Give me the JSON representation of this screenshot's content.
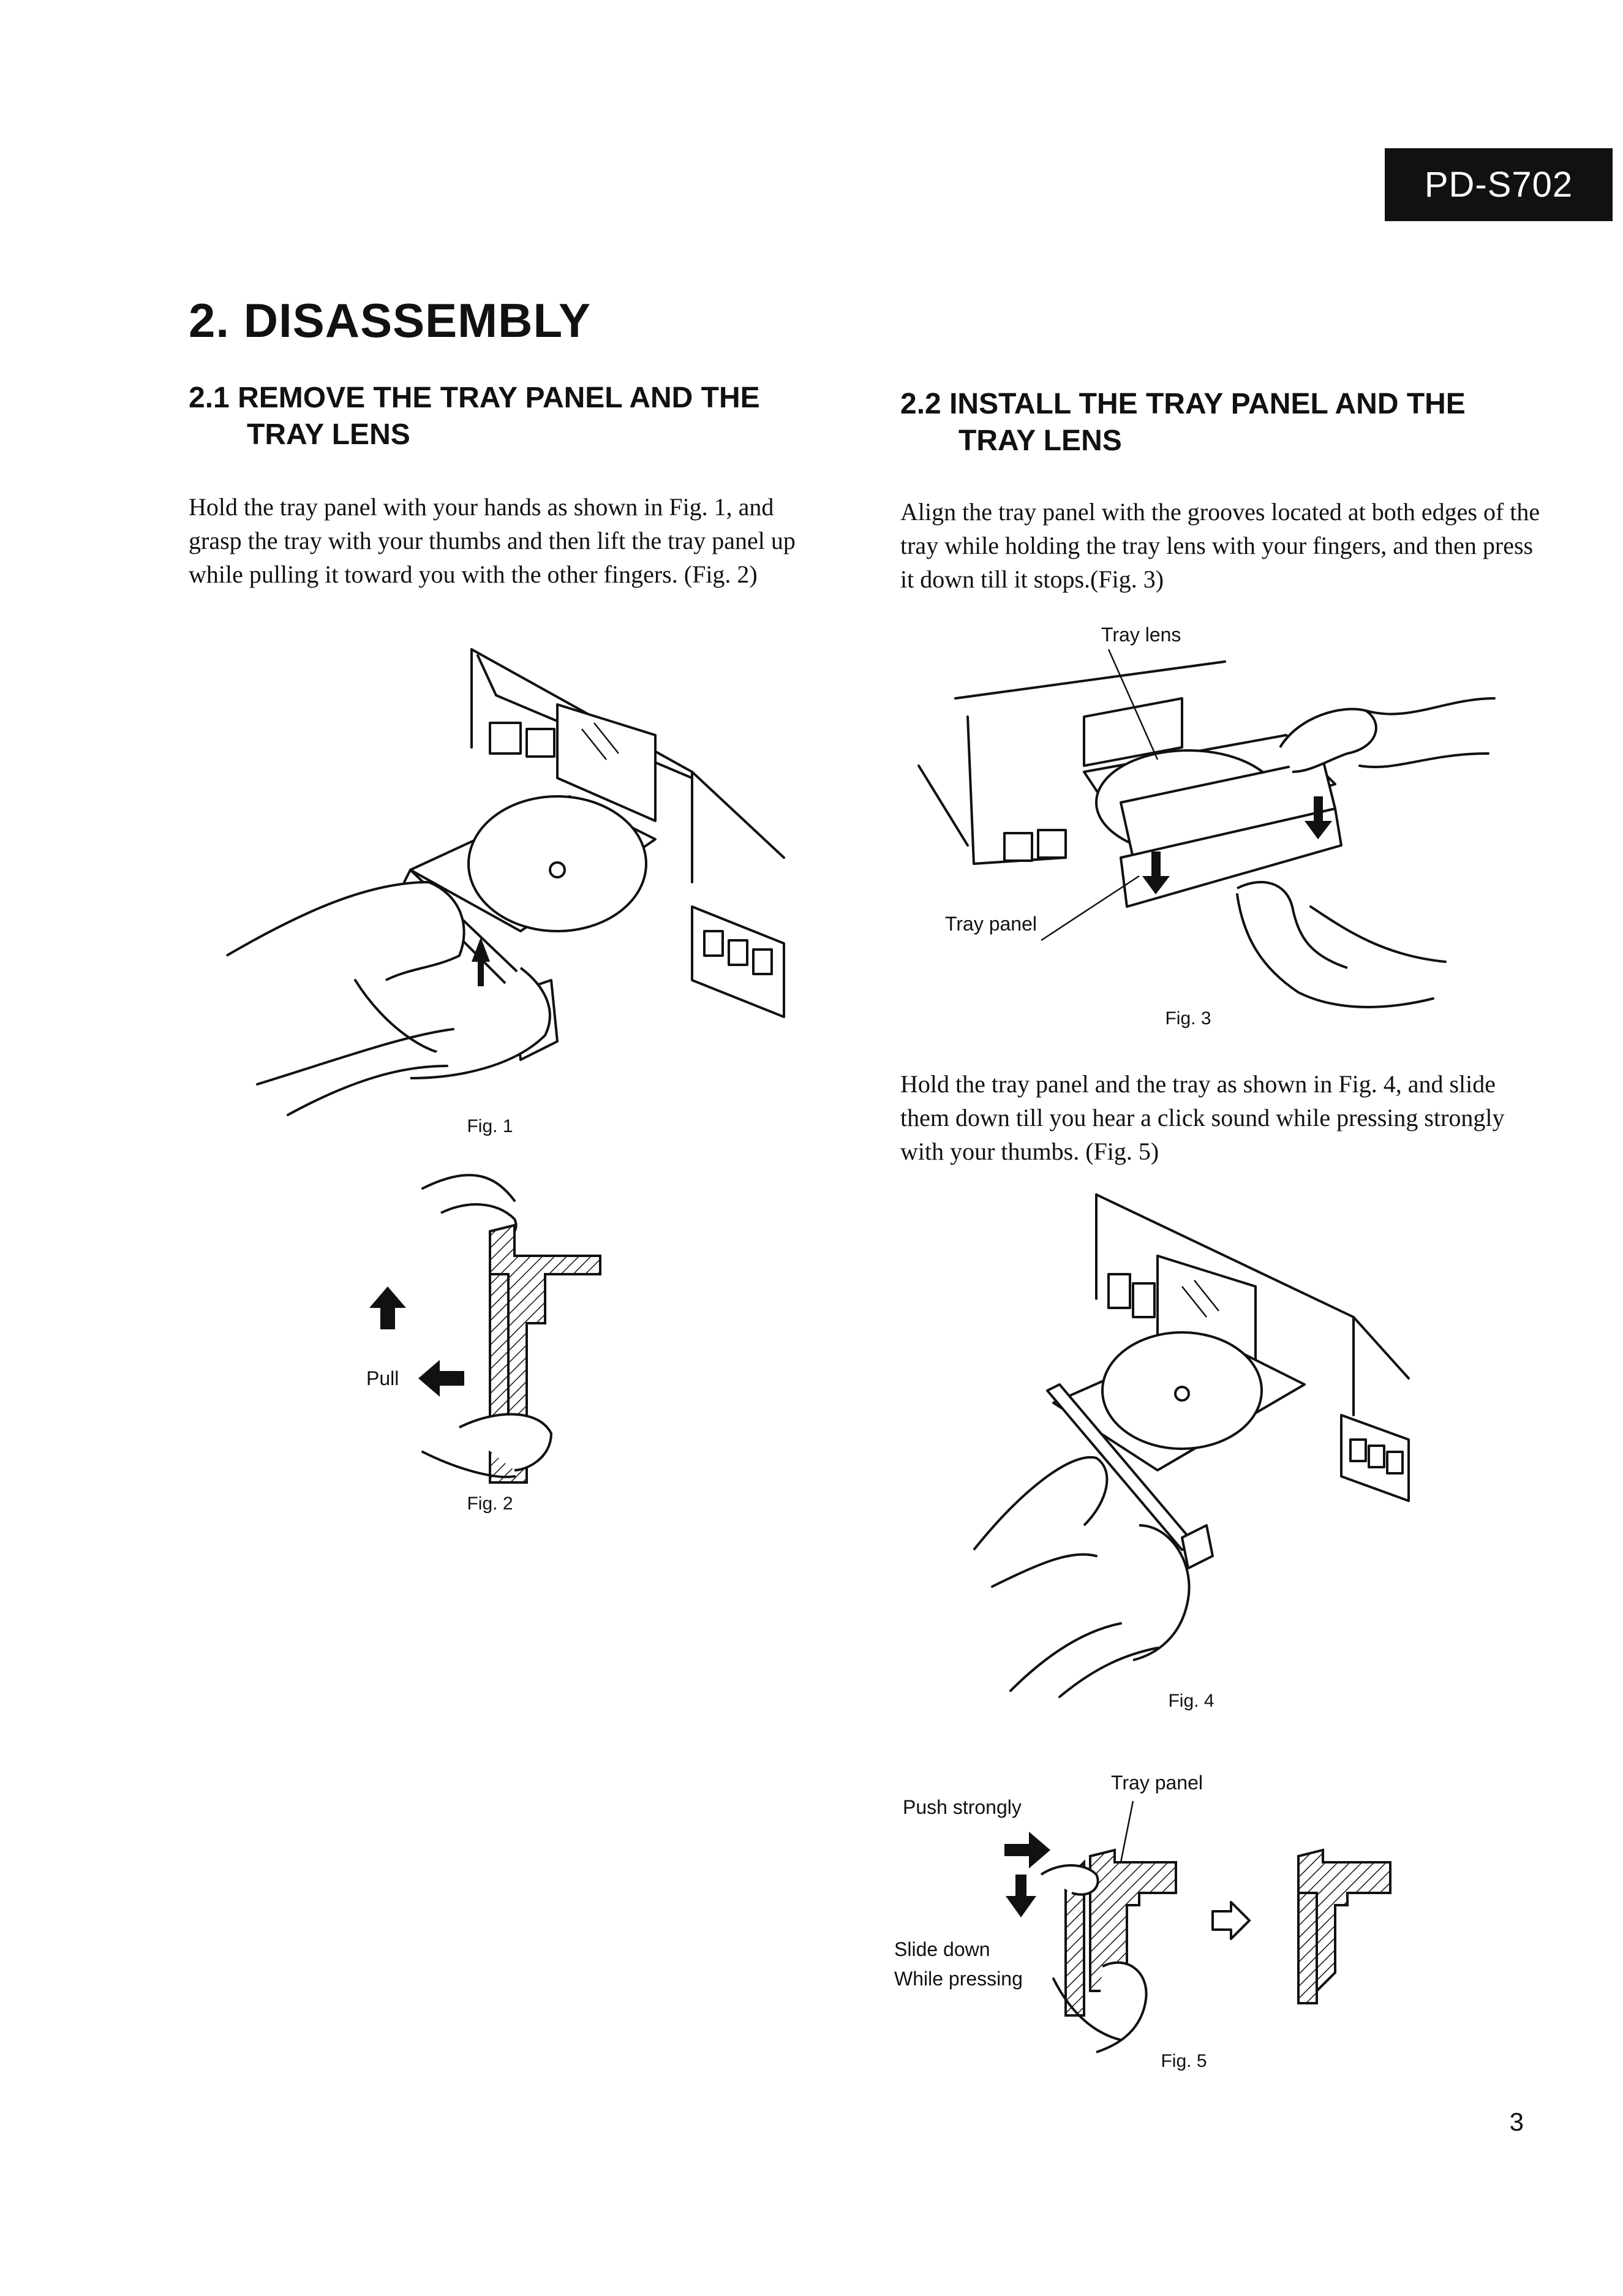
{
  "header": {
    "model": "PD-S702"
  },
  "chapter": {
    "title": "2. DISASSEMBLY"
  },
  "section_1": {
    "number": "2.1",
    "title_line1": "REMOVE THE TRAY PANEL AND THE",
    "title_line2": "TRAY LENS",
    "paragraph": "Hold the tray panel with your hands as shown in Fig. 1, and grasp the tray with your thumbs and then lift the tray panel up while pulling it toward you with the other fingers. (Fig. 2)",
    "fig1_caption": "Fig. 1",
    "fig2_caption": "Fig. 2",
    "fig2_label_pull": "Pull"
  },
  "section_2": {
    "number": "2.2",
    "title_line1": "INSTALL THE TRAY PANEL AND THE",
    "title_line2": "TRAY LENS",
    "paragraph_1": "Align the tray panel with the grooves located at both edges of the tray while holding the tray lens with your fingers, and then press it down till it stops.(Fig. 3)",
    "fig3_label_tray_lens": "Tray lens",
    "fig3_label_tray_panel": "Tray panel",
    "fig3_caption": "Fig. 3",
    "paragraph_2": "Hold the tray panel and the tray as shown in Fig. 4, and slide them down till you hear a click sound while pressing strongly with your thumbs. (Fig. 5)",
    "fig4_caption": "Fig. 4",
    "fig5_label_tray_panel": "Tray panel",
    "fig5_label_push": "Push strongly",
    "fig5_label_slide": "Slide down",
    "fig5_label_while": "While pressing",
    "fig5_caption": "Fig. 5"
  },
  "footer": {
    "page_number": "3"
  },
  "colors": {
    "ink": "#111111",
    "paper": "#ffffff"
  }
}
